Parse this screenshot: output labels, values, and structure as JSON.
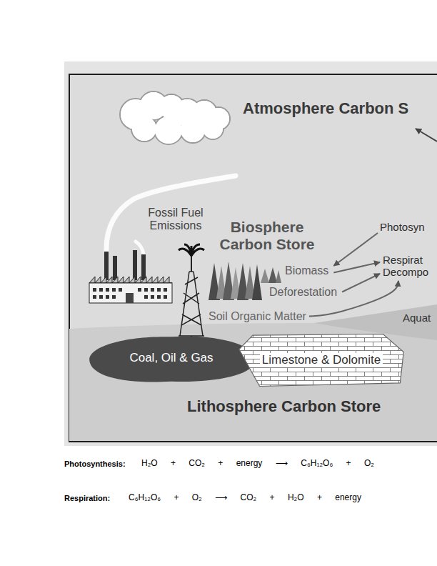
{
  "diagram": {
    "nodes": [
      {
        "text": [
          "Atmosphere Carbon S"
        ]
      },
      {
        "text": [
          "Biosphere Carbon Store"
        ]
      },
      {
        "text": [
          "Photosyn"
        ]
      },
      {
        "text": [
          "Biomass"
        ]
      },
      {
        "text": [
          "Respirat Decompo"
        ]
      },
      {
        "text": [
          "Deforestation"
        ]
      },
      {
        "text": [
          "Soil Organic Matter"
        ]
      },
      {
        "text": [
          "Aquat"
        ]
      },
      {
        "text": [
          "Lithosphere Carbon Store"
        ]
      },
      {
        "text": [
          "Coal, Oil & Gas"
        ],
        "in": 8
      },
      {
        "text": [
          "Limestone & Dolomite"
        ],
        "in": 8
      }
    ],
    "edges": [
      {
        "from": 2,
        "to": 3,
        "arrow": "to"
      },
      {
        "from": 3,
        "to": 4,
        "arrow": "to"
      },
      {
        "from": 5,
        "to": 4,
        "arrow": "to"
      },
      {
        "from": 6,
        "to": 4,
        "arrow": "to"
      }
    ],
    "labels": [
      "Fossil Fuel Emissions",
      "Photosynthesis:",
      "H₂O + CO₂ + energy ⟶ C₆H₁₂O₆ + O₂",
      "Respiration:",
      "C₆H₁₂O₆ + O₂ ⟶ CO₂ + H₂O + energy"
    ]
  }
}
